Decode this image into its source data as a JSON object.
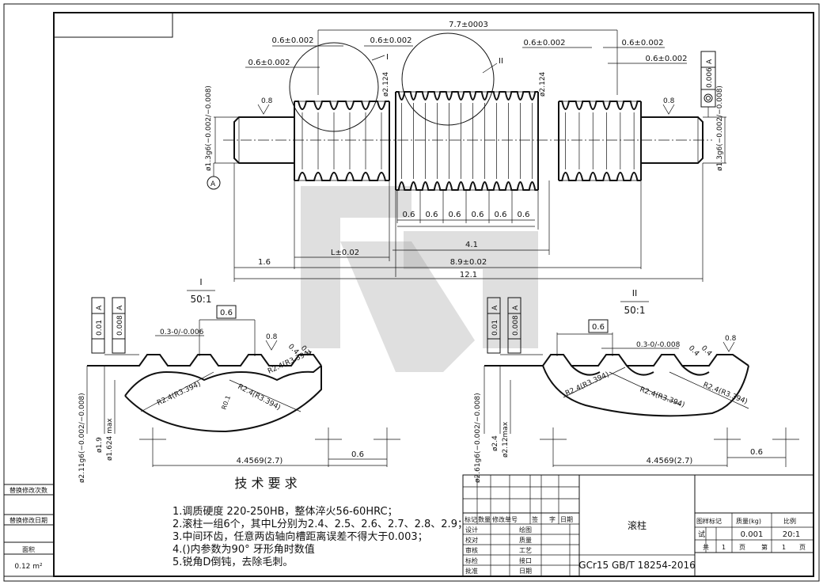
{
  "sheet": {
    "part_name": "滚柱",
    "material": "GCr15 GB/T 18254-2016",
    "area_label": "面积",
    "area_value": "0.12 m²"
  },
  "side_boxes": {
    "revision_count": "替换修改次数",
    "revision_date": "替换修改日期"
  },
  "main_view": {
    "dims": {
      "top_length": "7.7±0003",
      "pitch_1": "0.6±0.002",
      "pitch_2": "0.6±0.002",
      "pitch_3": "0.6±0.002",
      "pitch_4": "0.6±0.002",
      "pitch_5": "0.6±0.002",
      "pitch_6": "0.6±0.002",
      "dia_left": "ø2.124",
      "dia_right": "ø2.124",
      "label_I": "I",
      "label_II": "II",
      "runout": "0.006",
      "datum_A": "A",
      "rough_left": "0.8",
      "rough_right": "0.8",
      "shaft_left": "ø1.3g6(−0.002/−0.008)",
      "shaft_right": "ø1.3g6(−0.002/−0.008)",
      "groove_w": [
        "0.6",
        "0.6",
        "0.6",
        "0.6",
        "0.6",
        "0.6"
      ],
      "len_4_1": "4.1",
      "len_1_6": "1.6",
      "len_L": "L±0.02",
      "len_8_9": "8.9±0.02",
      "len_12_1": "12.1"
    }
  },
  "detail_I": {
    "title": "I",
    "scale": "50:1",
    "tol_1": "0.01",
    "tol_2": "0.008",
    "datum": "A",
    "pitch": "0.6",
    "depth": "0.3-0/-0.006",
    "rough": "0.8",
    "chamfer_1": "0.4",
    "chamfer_2": "0.4",
    "r1": "R2.4(R3.394)",
    "r2": "R2.4(R3.394)",
    "r3": "R2.4(R3.394)",
    "r4": "R0.1",
    "d1": "ø2.11g6(−0.002/−0.008)",
    "d2": "ø1.9",
    "d3": "ø1.624 max",
    "len_span": "4.4569(2.7)",
    "len_step": "0.6"
  },
  "detail_II": {
    "title": "II",
    "scale": "50:1",
    "tol_1": "0.01",
    "tol_2": "0.008",
    "datum": "A",
    "pitch": "0.6",
    "depth": "0.3-0/-0.008",
    "rough": "0.8",
    "chamfer_1": "0.4",
    "chamfer_2": "0.4",
    "r1": "R2.4(R3.394)",
    "r2": "R2.4(R3.394)",
    "r3": "R2.4(R3.394)",
    "d1": "ø2.61g6(−0.002/−0.008)",
    "d2": "ø2.4",
    "d3": "ø2.12max",
    "len_span": "4.4569(2.7)",
    "len_step": "0.6"
  },
  "requirements": {
    "title": "技 术 要 求",
    "items": [
      "1.调质硬度 220-250HB，整体淬火56-60HRC；",
      "2.滚柱一组6个，其中L分别为2.4、2.5、2.6、2.7、2.8、2.9；",
      "3.中间环齿，任意两齿轴向槽距离误差不得大于0.003；",
      "4.()内参数为90° 牙形角时数值",
      "5.锐角D倒钝，去除毛刺。"
    ]
  },
  "title_block": {
    "headers": [
      "标记",
      "数量",
      "修改单号",
      "签",
      "字",
      "日期"
    ],
    "rows": [
      [
        "设计",
        "绘图"
      ],
      [
        "校对",
        "质量"
      ],
      [
        "审核",
        "工艺"
      ],
      [
        "标检",
        "接口"
      ],
      [
        "批准",
        "日期"
      ]
    ],
    "right_headers": [
      "图样标记",
      "质量(kg)",
      "比例"
    ],
    "mark": "试",
    "mass": "0.001",
    "scale": "20:1",
    "sheets": [
      "共",
      "1",
      "页",
      "第",
      "1",
      "页"
    ]
  }
}
